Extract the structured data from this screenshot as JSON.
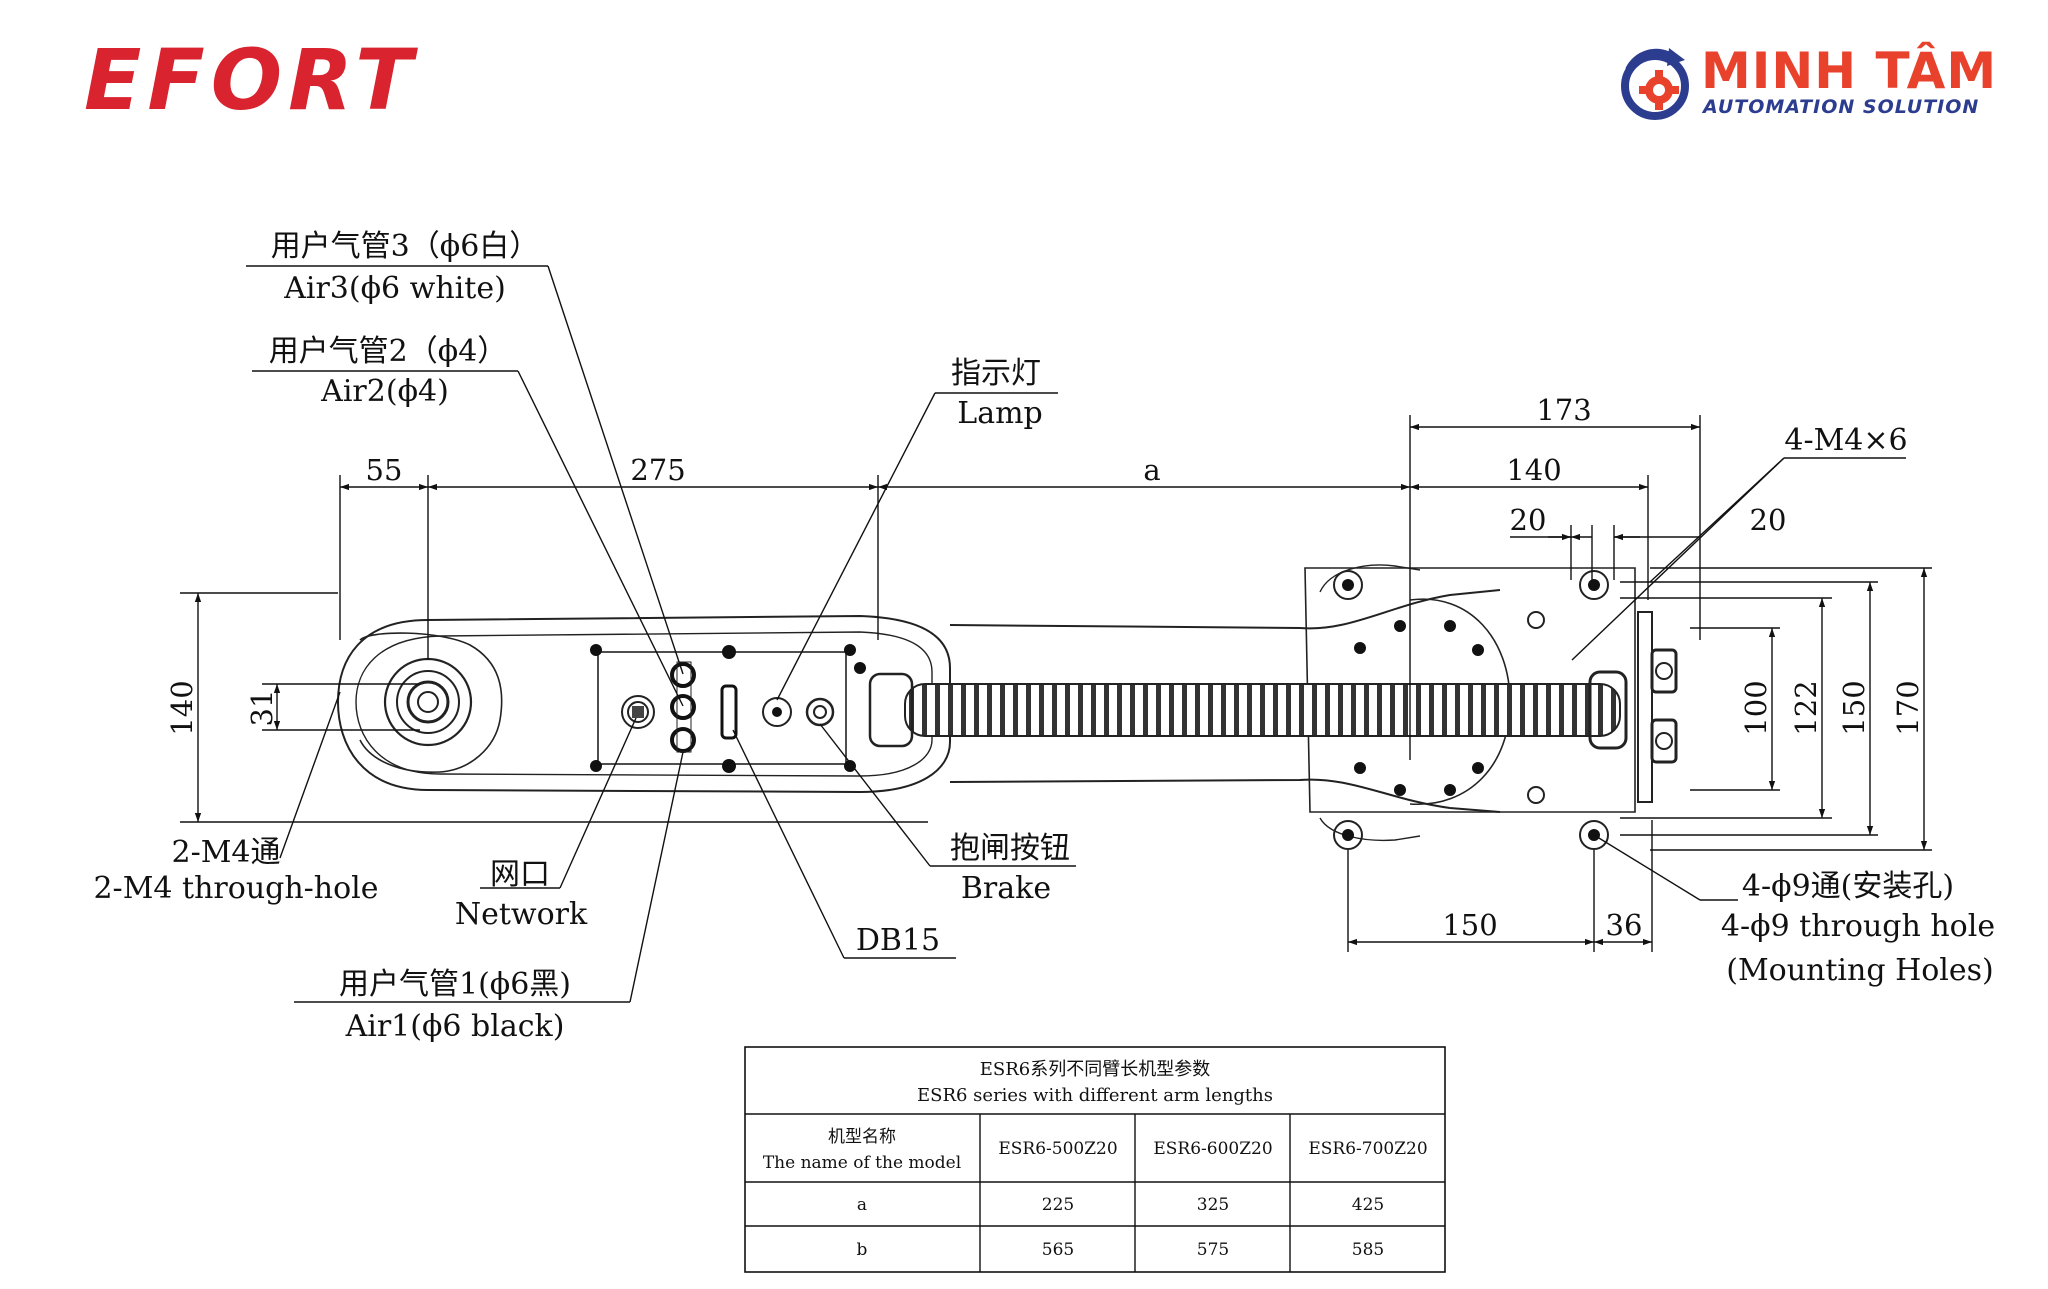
{
  "branding": {
    "left_logo": "EFORT",
    "right_logo_name": "MINH TÂM",
    "right_logo_tagline": "AUTOMATION SOLUTION",
    "left_color": "#d9232e",
    "right_name_color": "#e8412c",
    "right_tagline_color": "#2c3d8f"
  },
  "callouts": {
    "air3_cn": "用户气管3（ϕ6白）",
    "air3_en": "Air3(ϕ6 white)",
    "air2_cn": "用户气管2（ϕ4）",
    "air2_en": "Air2(ϕ4)",
    "lamp_cn": "指示灯",
    "lamp_en": "Lamp",
    "m4_cn": "2-M4通",
    "m4_en": "2-M4 through-hole",
    "network_cn": "网口",
    "network_en": "Network",
    "air1_cn": "用户气管1(ϕ6黑)",
    "air1_en": "Air1(ϕ6 black)",
    "brake_cn": "抱闸按钮",
    "brake_en": "Brake",
    "db15": "DB15",
    "m4x6": "4-M4×6",
    "mount_cn": "4-ϕ9通(安装孔)",
    "mount_en": "4-ϕ9 through hole",
    "mount_en2": "(Mounting Holes)"
  },
  "dimensions": {
    "d55": "55",
    "d275": "275",
    "da": "a",
    "d173": "173",
    "d140_top": "140",
    "d20_left": "20",
    "d20_right": "20",
    "d140_left": "140",
    "d31": "31",
    "d100": "100",
    "d122": "122",
    "d150_v": "150",
    "d170": "170",
    "d150_h": "150",
    "d36": "36"
  },
  "table": {
    "title_cn": "ESR6系列不同臂长机型参数",
    "title_en": "ESR6 series with different arm lengths",
    "header_cn": "机型名称",
    "header_en": "The name of the model",
    "columns": [
      "ESR6-500Z20",
      "ESR6-600Z20",
      "ESR6-700Z20"
    ],
    "rows": [
      {
        "label": "a",
        "values": [
          "225",
          "325",
          "425"
        ]
      },
      {
        "label": "b",
        "values": [
          "565",
          "575",
          "585"
        ]
      }
    ]
  }
}
